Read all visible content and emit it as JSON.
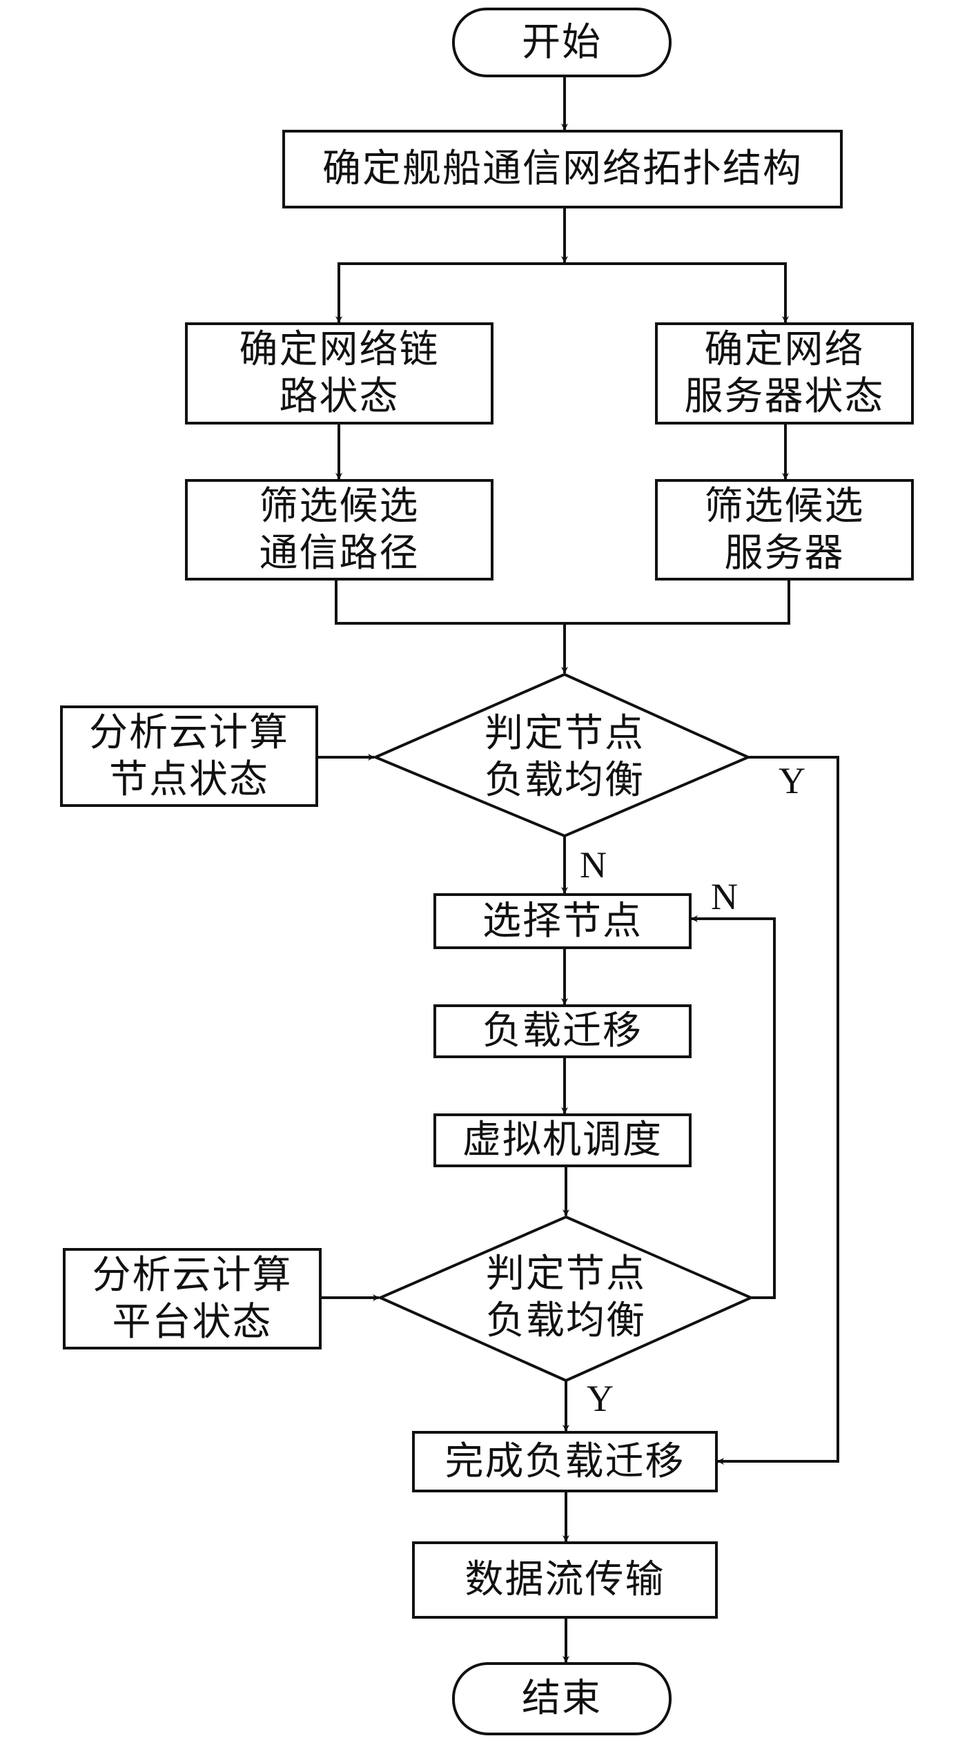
{
  "diagram": {
    "type": "flowchart",
    "nodes": {
      "start": "开始",
      "topology": "确定舰船通信网络拓扑结构",
      "link_state": "确定网络链\n路状态",
      "server_state": "确定网络\n服务器状态",
      "filter_paths": "筛选候选\n通信路径",
      "filter_servers": "筛选候选\n服务器",
      "node_state": "分析云计算\n节点状态",
      "decision1": "判定节点\n负载均衡",
      "select_node": "选择节点",
      "load_migration": "负载迁移",
      "vm_schedule": "虚拟机调度",
      "platform_state": "分析云计算\n平台状态",
      "decision2": "判定节点\n负载均衡",
      "complete": "完成负载迁移",
      "data_flow": "数据流传输",
      "end": "结束"
    },
    "edge_labels": {
      "d1_yes": "Y",
      "d1_no": "N",
      "d2_no": "N",
      "d2_yes": "Y"
    }
  }
}
